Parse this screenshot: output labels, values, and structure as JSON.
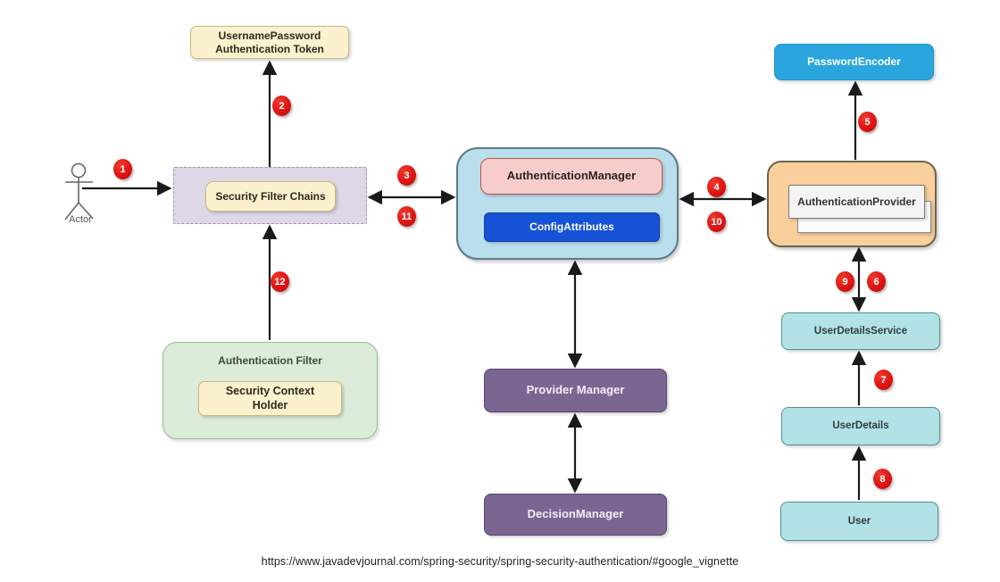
{
  "diagram": {
    "title_hint": "Spring Security authentication flow diagram",
    "actor": {
      "label": "Actor"
    },
    "nodes": {
      "token": {
        "label": "UsernamePassword Authentication Token"
      },
      "security_filter_chains": {
        "label": "Security Filter Chains"
      },
      "authentication_manager": {
        "label": "AuthenticationManager"
      },
      "config_attributes": {
        "label": "ConfigAttributes"
      },
      "password_encoder": {
        "label": "PasswordEncoder"
      },
      "authentication_provider": {
        "label": "AuthenticationProvider"
      },
      "user_details_service": {
        "label": "UserDetailsService"
      },
      "user_details": {
        "label": "UserDetails"
      },
      "user": {
        "label": "User"
      },
      "authentication_filter": {
        "label": "Authentication Filter"
      },
      "security_context_holder": {
        "label": "Security Context Holder"
      },
      "provider_manager": {
        "label": "Provider Manager"
      },
      "decision_manager": {
        "label": "DecisionManager"
      }
    },
    "badges": [
      {
        "label": "1"
      },
      {
        "label": "2"
      },
      {
        "label": "3"
      },
      {
        "label": "4"
      },
      {
        "label": "5"
      },
      {
        "label": "6"
      },
      {
        "label": "7"
      },
      {
        "label": "8"
      },
      {
        "label": "9"
      },
      {
        "label": "10"
      },
      {
        "label": "11"
      },
      {
        "label": "12"
      }
    ],
    "colors": {
      "badge_red": "#DE1313",
      "cream_fill": "#FBF1CE",
      "cream_border": "#C9B97C",
      "lavender_fill": "#DED7E6",
      "blue_group_fill": "#BADFEC",
      "pink_fill": "#F7CDCB",
      "royal_blue_fill": "#1652D6",
      "sky_blue_fill": "#2AA5DD",
      "orange_fill": "#F9CF9B",
      "cyan_fill": "#B2E2E5",
      "green_fill": "#DCEBDA",
      "purple_fill": "#7B6591",
      "arrow": "#1a1a1a"
    },
    "footer": {
      "url": "https://www.javadevjournal.com/spring-security/spring-security-authentication/#google_vignette"
    }
  }
}
